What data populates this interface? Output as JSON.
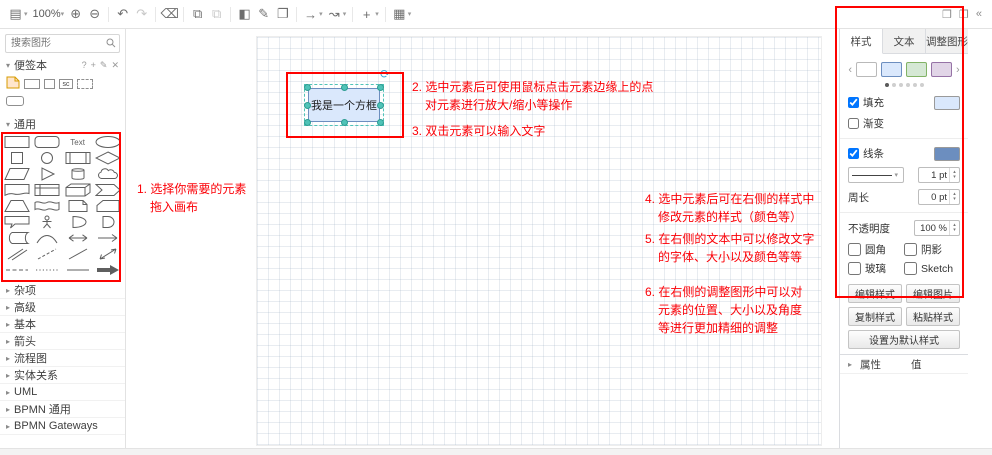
{
  "ui": {
    "caret_down": "▾",
    "caret_up": "▴",
    "tri_open": "▾",
    "tri_closed": "▸",
    "arrow_left": "‹",
    "arrow_right": "›"
  },
  "toolbar": {
    "zoom_level": "100%",
    "icons": [
      {
        "name": "diagram-view-icon",
        "glyph": "▤"
      },
      {
        "name": "zoom-in-icon",
        "glyph": "⊕"
      },
      {
        "name": "zoom-out-icon",
        "glyph": "⊖"
      },
      {
        "name": "undo-icon",
        "glyph": "↶"
      },
      {
        "name": "redo-icon",
        "glyph": "↷"
      },
      {
        "name": "delete-icon",
        "glyph": "⌫"
      },
      {
        "name": "to-front-icon",
        "glyph": "⧉"
      },
      {
        "name": "to-back-icon",
        "glyph": "⧉"
      },
      {
        "name": "fill-color-icon",
        "glyph": "◧"
      },
      {
        "name": "line-color-icon",
        "glyph": "✎"
      },
      {
        "name": "shadow-icon",
        "glyph": "❐"
      },
      {
        "name": "connection-icon",
        "glyph": "→"
      },
      {
        "name": "waypoints-icon",
        "glyph": "↝"
      },
      {
        "name": "insert-icon",
        "glyph": "+"
      },
      {
        "name": "table-icon",
        "glyph": "▦"
      }
    ],
    "right_icons": [
      {
        "name": "fullscreen-icon",
        "glyph": "❒"
      },
      {
        "name": "format-panel-icon",
        "glyph": "❐"
      },
      {
        "name": "collapse-icon",
        "glyph": "«"
      }
    ]
  },
  "sidebar": {
    "search_placeholder": "搜索图形",
    "scratchpad_label": "便签本",
    "scratchpad_item_label": "sc",
    "scratchpad_icons": [
      {
        "name": "help-icon",
        "glyph": "?"
      },
      {
        "name": "add-icon",
        "glyph": "+"
      },
      {
        "name": "edit-icon",
        "glyph": "✎"
      },
      {
        "name": "close-icon",
        "glyph": "✕"
      }
    ],
    "general_label": "通用",
    "text_shape_label": "Text",
    "shapes": [
      "rectangle",
      "rounded-rectangle",
      "text",
      "ellipse",
      "square",
      "circle",
      "process",
      "diamond",
      "parallelogram",
      "triangle",
      "cylinder",
      "cloud",
      "document",
      "internal-storage",
      "cube",
      "step",
      "trapezoid",
      "tape",
      "note",
      "card",
      "callout",
      "actor",
      "or",
      "and",
      "data-storage",
      "curve",
      "bidirectional-arrow",
      "arrow",
      "link",
      "dashed-line",
      "line",
      "bidirectional-connector",
      "dashed-horizontal-line",
      "dotted-horizontal-line",
      "horizontal-line",
      "directional-arrow"
    ],
    "sections": [
      "杂项",
      "高级",
      "基本",
      "箭头",
      "流程图",
      "实体关系",
      "UML",
      "BPMN 通用",
      "BPMN Gateways"
    ]
  },
  "canvas": {
    "shape_label": "我是一个方框",
    "rotate_glyph": "⟳"
  },
  "annotations": {
    "a1": [
      "1. 选择你需要的元素",
      "拖入画布"
    ],
    "a2": [
      "2. 选中元素后可使用鼠标点击元素边缘上的点",
      "对元素进行放大/缩小等操作"
    ],
    "a3": [
      "3. 双击元素可以输入文字"
    ],
    "a4": [
      "4. 选中元素后可在右侧的样式中",
      "修改元素的样式（颜色等）"
    ],
    "a5": [
      "5. 在右侧的文本中可以修改文字",
      "的字体、大小以及颜色等等"
    ],
    "a6": [
      "6. 在右侧的调整图形中可以对",
      "元素的位置、大小以及角度",
      "等进行更加精细的调整"
    ]
  },
  "format_panel": {
    "tabs": [
      "样式",
      "文本",
      "调整图形"
    ],
    "active_tab": "样式",
    "fill_label": "填充",
    "gradient_label": "渐变",
    "line_label": "线条",
    "line_width_value": "1 pt",
    "perimeter_label": "周长",
    "perimeter_value": "0 pt",
    "opacity_label": "不透明度",
    "opacity_value": "100 %",
    "rounded_label": "圆角",
    "shadow_label": "阴影",
    "glass_label": "玻璃",
    "sketch_label": "Sketch",
    "edit_style_button": "编辑样式",
    "edit_image_button": "编辑图片",
    "copy_style_button": "复制样式",
    "paste_style_button": "粘贴样式",
    "set_default_button": "设置为默认样式",
    "property_header": "属性",
    "value_header": "值"
  },
  "colors": {
    "annotation_red": "#fb0107",
    "shape_fill": "#dae8fc",
    "shape_stroke": "#6c8ebf",
    "handle_teal": "#4fc3b8",
    "fill_button": "#dae8fc",
    "line_button": "#6c8ebf",
    "swatches": [
      "#ffffff",
      "#dae8fc",
      "#d5e8d4",
      "#e1d5e7"
    ]
  }
}
